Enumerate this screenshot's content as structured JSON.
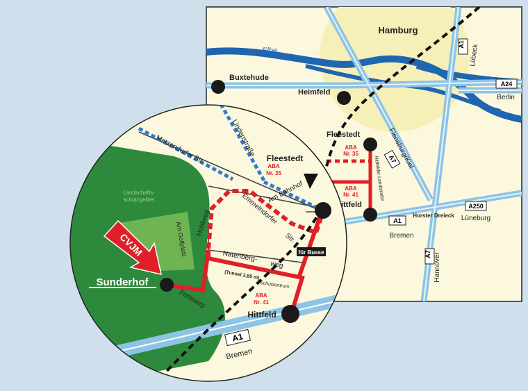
{
  "colors": {
    "page_bg": "#cfe0ec",
    "map_bg": "#fbf8dd",
    "city_area": "#f7efb8",
    "water": "#1f66b0",
    "highway": "#8dc4e6",
    "route_red": "#e02028",
    "forest": "#2d8a3c",
    "golf": "#6fb452"
  },
  "overview": {
    "city_label": "Hamburg",
    "river_label": "Elbe",
    "towns": [
      "Buxtehude",
      "Heimfeld",
      "Fleestedt",
      "Hittfeld"
    ],
    "highway_shields": {
      "a1_north": "A1",
      "a24": "A24",
      "a7_north": "A7",
      "a1_south": "A1",
      "a250": "A250",
      "a7_south": "A7"
    },
    "directions": {
      "luebeck": "Lübeck",
      "berlin": "Berlin",
      "flensburg": "Flensburg/Kiel",
      "bremen": "Bremen",
      "lueneburg": "Lüneburg",
      "hannover": "Hannover"
    },
    "interchange": "Horster Dreieck",
    "local_road": "Hittfelder Landstraße",
    "aba35": {
      "line1": "ABA",
      "line2": "Nr. 35"
    },
    "aba41": {
      "line1": "ABA",
      "line2": "Nr. 41"
    }
  },
  "detail": {
    "fleestedt": "Fleestedt",
    "hittfeld": "Hittfeld",
    "sunderhof": "Sunderhof",
    "cvjm": "CVJM",
    "nature_reserve": {
      "line1": "Landschafts-",
      "line2": "schutzgebiet"
    },
    "streets": {
      "metzendorfer": "Metzendorfer Str.",
      "linden": "Lindenstraße",
      "bahnhof": "Am Bahnhof",
      "emmelndorfer": "Emmelndorfer",
      "emmelndorfer_str": "Str.",
      "hohlweg": "Hohlweg",
      "golfplatz": "Am Golfplatz",
      "natenberg": "Natenberg-",
      "natenberg_weg": "weg",
      "tunnel": "(Tunnel 2,80 m)",
      "schulzentrum": "Schulzentrum",
      "fortsweg": "Fortsweg"
    },
    "aba35": {
      "line1": "ABA",
      "line2": "Nr. 35"
    },
    "aba41": {
      "line1": "ABA",
      "line2": "Nr. 41"
    },
    "bus_sign": "für Busse",
    "highway_shield": "A1",
    "highway_dir": "Bremen"
  }
}
